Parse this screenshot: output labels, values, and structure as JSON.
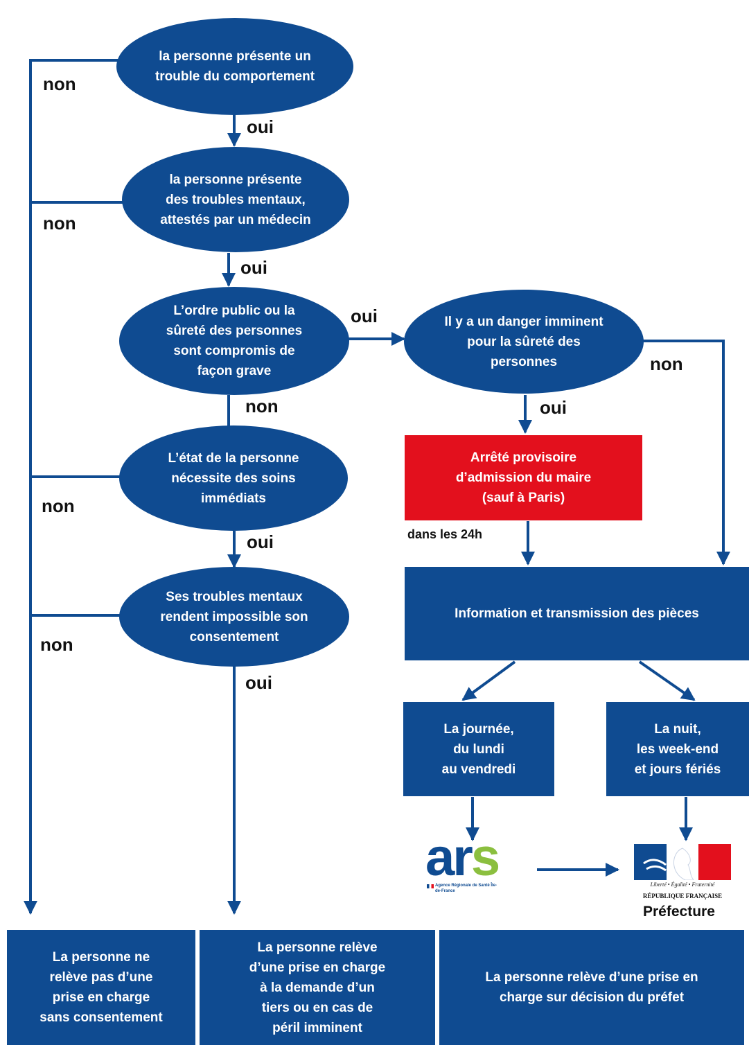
{
  "colors": {
    "blue": "#0f4b91",
    "red": "#e3101d",
    "green": "#8bbf3f"
  },
  "nodes": {
    "q1": "la personne présente un\ntrouble du comportement",
    "q2": "la personne présente\ndes troubles mentaux,\nattestés par un médecin",
    "q3": "L’ordre public ou la\nsûreté des personnes\nsont compromis de\nfaçon grave",
    "q4": "L’état de la personne\nnécessite des soins\nimmédiats",
    "q5": "Ses troubles mentaux\nrendent impossible son\nconsentement",
    "danger": "Il y a un danger imminent\npour la sûreté des\npersonnes",
    "arrete": "Arrêté provisoire\nd’admission du maire\n(sauf à Paris)",
    "info": "Information et transmission des pièces",
    "jour": "La journée,\ndu lundi\nau vendredi",
    "nuit": "La nuit,\nles week-end\net jours fériés"
  },
  "labels": {
    "non": "non",
    "oui": "oui",
    "delai": "dans les 24h",
    "prefecture": "Préfecture"
  },
  "logos": {
    "ars": {
      "wordmark": "ars",
      "subtitle": "Agence Régionale de Santé Île-de-France"
    },
    "marianne": {
      "motto": "Liberté • Égalité • Fraternité",
      "republic": "RÉPUBLIQUE FRANÇAISE"
    }
  },
  "outcomes": {
    "left": "La personne ne\nrelève pas d’une\nprise en charge\nsans consentement",
    "middle": "La personne relève\nd’une prise en charge\nà la demande d’un\ntiers ou en cas de\npéril imminent",
    "right": "La personne relève d’une prise en\ncharge sur décision du préfet"
  }
}
